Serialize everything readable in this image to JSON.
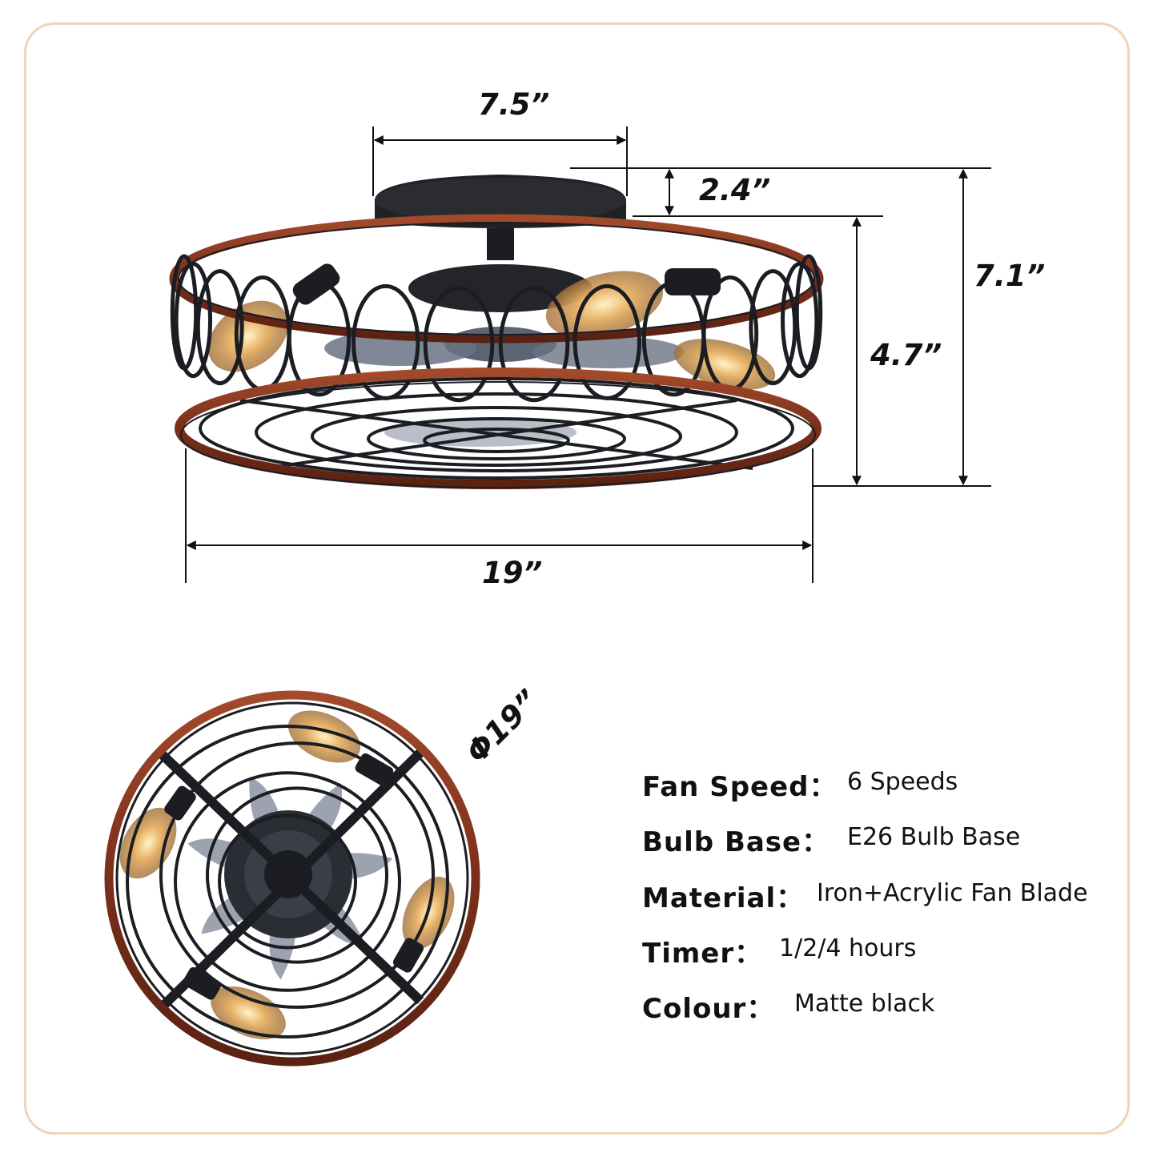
{
  "dimensions": {
    "top_width": "7.5”",
    "canopy_height": "2.4”",
    "total_height": "7.1”",
    "cage_height": "4.7”",
    "cage_width": "19”",
    "diameter": "Φ19”"
  },
  "specs": [
    {
      "label": "Fan Speed：",
      "value": "6 Speeds"
    },
    {
      "label": "Bulb Base：",
      "value": "E26 Bulb Base"
    },
    {
      "label": "Material：",
      "value": "Iron+Acrylic Fan Blade"
    },
    {
      "label": "Timer：",
      "value": "1/2/4 hours"
    },
    {
      "label": "Colour：",
      "value": "Matte black"
    }
  ],
  "colors": {
    "frame_border": "#f0d3b8",
    "wood_ring": "#8a3a22",
    "iron": "#1b1d22",
    "bulb_glow": "#e9b46a",
    "blade": "#7c8496"
  }
}
